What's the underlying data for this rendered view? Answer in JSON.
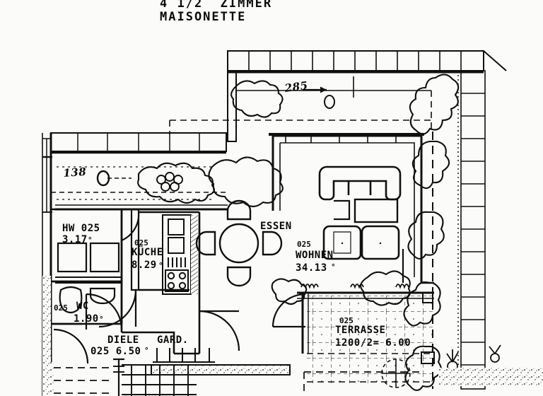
{
  "document": {
    "title_line1": "4 1/2  ZIMMER",
    "title_line2": "MAISONETTE",
    "doc_type": "architectural-floor-plan",
    "language": "de"
  },
  "annotations": {
    "handwritten": [
      {
        "name": "dim-138",
        "text": "138"
      },
      {
        "name": "dim-285",
        "text": "285"
      }
    ]
  },
  "rooms": [
    {
      "key": "hw",
      "code": "025",
      "name": "HW",
      "area": "3.17",
      "unit": "°"
    },
    {
      "key": "kueche",
      "code": "025",
      "name": "KÜCHE",
      "area": "8.29",
      "unit": "°"
    },
    {
      "key": "wc",
      "code": "025",
      "name": "WC",
      "area": "1.90",
      "unit": "°"
    },
    {
      "key": "diele",
      "code": "025",
      "name": "DIELE",
      "area": "6.50",
      "unit": "°"
    },
    {
      "key": "wohnen",
      "code": "025",
      "name": "WOHNEN",
      "area": "34.13",
      "unit": "°"
    },
    {
      "key": "terrasse",
      "code": "025",
      "name": "TERRASSE",
      "area": "1200/2= 6.00",
      "unit": "°"
    },
    {
      "key": "essen",
      "code": "",
      "name": "ESSEN",
      "area": "",
      "unit": ""
    },
    {
      "key": "gard",
      "code": "",
      "name": "GARD.",
      "area": "",
      "unit": ""
    }
  ],
  "labels": {
    "hw_name": "HW 025",
    "hw_area": "3.17",
    "kueche_code": "025",
    "kueche_name": "KÜCHE",
    "kueche_area": "8.29",
    "wc_code": "025",
    "wc_name": "WC",
    "wc_area": "1.90",
    "diele_name": "DIELE",
    "diele_area": "025 6.50",
    "gard_name": "GARD.",
    "essen_name": "ESSEN",
    "wohnen_code": "025",
    "wohnen_name": "WOHNEN",
    "wohnen_area": "34.13",
    "terrasse_code": "025",
    "terrasse_name": "TERRASSE",
    "terrasse_area": "1200/2= 6.00"
  },
  "colors": {
    "ink": "#101010",
    "paper": "#fbfbf9",
    "light_ink": "#2b2b2b"
  },
  "fixtures": [
    {
      "name": "dining-table-round",
      "seats": 4,
      "room": "essen"
    },
    {
      "name": "sofa-three-seat",
      "room": "wohnen"
    },
    {
      "name": "coffee-table",
      "room": "wohnen"
    },
    {
      "name": "armchair",
      "count": 2,
      "room": "wohnen"
    },
    {
      "name": "kitchen-sink",
      "room": "kueche"
    },
    {
      "name": "kitchen-stove-four-burner",
      "room": "kueche"
    },
    {
      "name": "toilet",
      "room": "wc"
    },
    {
      "name": "washbasin",
      "room": "wc"
    },
    {
      "name": "washing-machine",
      "count": 2,
      "room": "hw"
    },
    {
      "name": "wardrobe-hooks",
      "room": "gard"
    },
    {
      "name": "staircase",
      "room": "diele"
    }
  ]
}
